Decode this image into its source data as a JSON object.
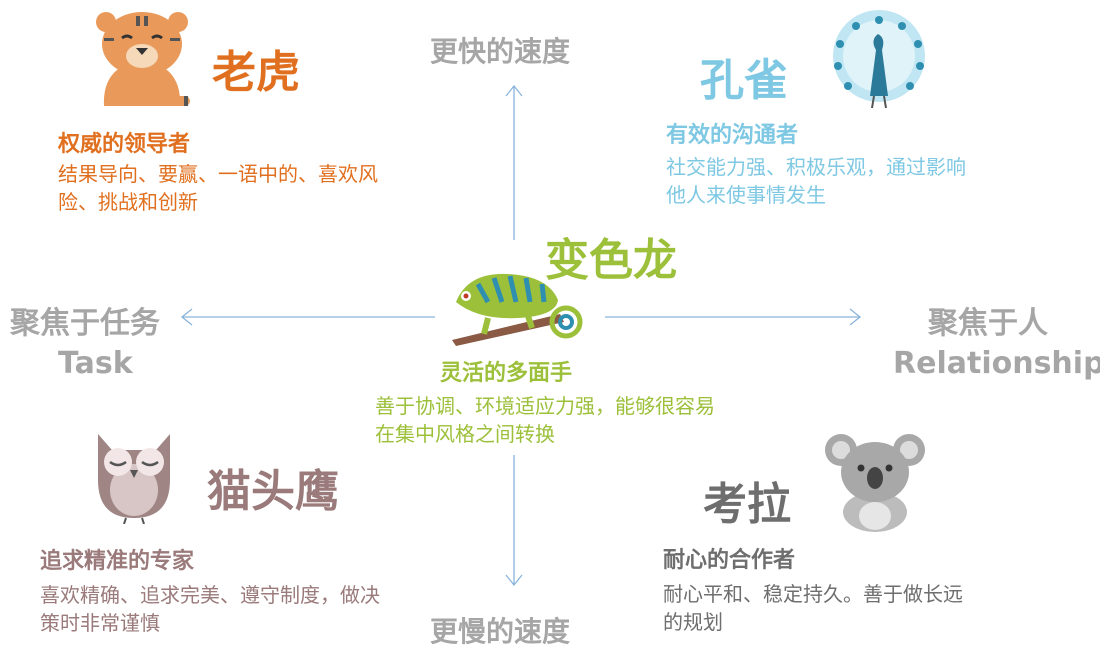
{
  "axes": {
    "top": "更快的速度",
    "bottom": "更慢的速度",
    "left": "聚焦于任务",
    "left_en": "Task",
    "right": "聚焦于人",
    "right_en": "Relationship"
  },
  "types": {
    "tiger": {
      "name": "老虎",
      "role": "权威的领导者",
      "desc": "结果导向、要赢、一语中的、喜欢风险、挑战和创新",
      "color": "#e07020",
      "icon": "tiger-icon"
    },
    "peacock": {
      "name": "孔雀",
      "role": "有效的沟通者",
      "desc": "社交能力强、积极乐观，通过影响他人来使事情发生",
      "color": "#7ec8e3",
      "icon": "peacock-icon"
    },
    "chameleon": {
      "name": "变色龙",
      "role": "灵活的多面手",
      "desc": "善于协调、环境适应力强，能够很容易在集中风格之间转换",
      "color": "#9cc03a",
      "icon": "chameleon-icon"
    },
    "owl": {
      "name": "猫头鹰",
      "role": "追求精准的专家",
      "desc": "喜欢精确、追求完美、遵守制度，做决策时非常谨慎",
      "color": "#9a7a7a",
      "icon": "owl-icon"
    },
    "koala": {
      "name": "考拉",
      "role": "耐心的合作者",
      "desc": "耐心平和、稳定持久。善于做长远的规划",
      "color": "#6e6e6e",
      "icon": "koala-icon"
    }
  },
  "colors": {
    "axis_text": "#a6a6a6",
    "arrow": "#8ab4dc"
  }
}
